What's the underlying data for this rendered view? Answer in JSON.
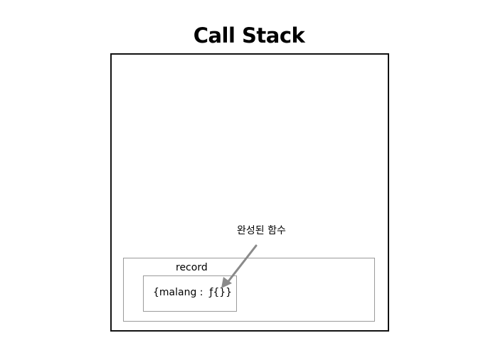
{
  "title": "Call Stack",
  "record": {
    "label": "record",
    "entry": "{malang :  ƒ{}}"
  },
  "annotation": "완성된 함수",
  "colors": {
    "frame_border": "#111111",
    "box_border": "#9a9a9a",
    "arrow": "#8a8a8a"
  }
}
